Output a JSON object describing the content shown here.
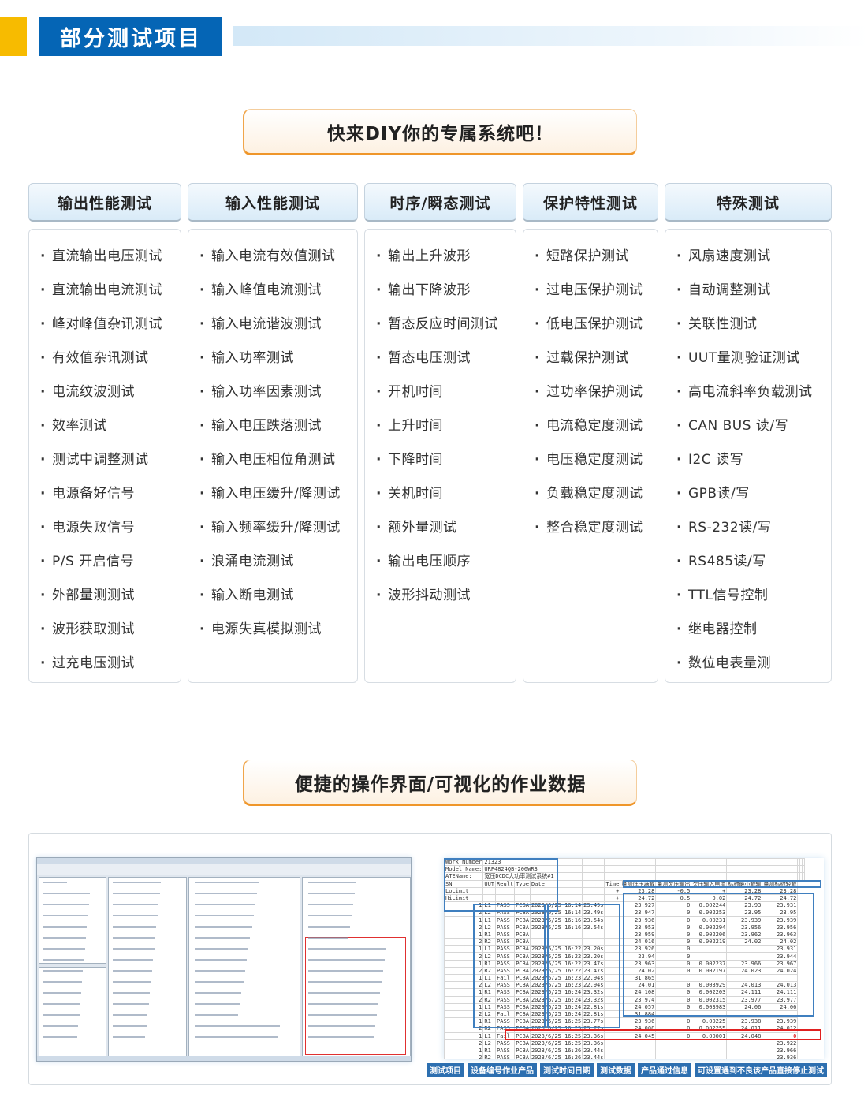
{
  "header": {
    "title": "部分测试项目"
  },
  "callout1": "快来DIY你的专属系统吧！",
  "callout2": "便捷的操作界面/可视化的作业数据",
  "columns": [
    {
      "title": "输出性能测试",
      "items": [
        "直流输出电压测试",
        "直流输出电流测试",
        "峰对峰值杂讯测试",
        "有效值杂讯测试",
        "电流纹波测试",
        "效率测试",
        "测试中调整测试",
        "电源备好信号",
        "电源失败信号",
        "P/S 开启信号",
        "外部量测测试",
        "波形获取测试",
        "过充电压测试"
      ]
    },
    {
      "title": "输入性能测试",
      "items": [
        "输入电流有效值测试",
        "输入峰值电流测试",
        "输入电流谐波测试",
        "输入功率测试",
        "输入功率因素测试",
        "输入电压跌落测试",
        "输入电压相位角测试",
        "输入电压缓升/降测试",
        "输入频率缓升/降测试",
        "浪涌电流测试",
        "输入断电测试",
        "电源失真模拟测试"
      ]
    },
    {
      "title": "时序/瞬态测试",
      "items": [
        "输出上升波形",
        "输出下降波形",
        "暂态反应时间测试",
        "暂态电压测试",
        "开机时间",
        "上升时间",
        "下降时间",
        "关机时间",
        "额外量测试",
        "输出电压顺序",
        "波形抖动测试"
      ]
    },
    {
      "title": "保护特性测试",
      "items": [
        "短路保护测试",
        "过电压保护测试",
        "低电压保护测试",
        "过载保护测试",
        "过功率保护测试",
        "电流稳定度测试",
        "电压稳定度测试",
        "负载稳定度测试",
        "整合稳定度测试"
      ]
    },
    {
      "title": "特殊测试",
      "items": [
        "风扇速度测试",
        "自动调整测试",
        "关联性测试",
        "UUT量测验证测试",
        "高电流斜率负载测试",
        "CAN BUS 读/写",
        "I2C 读写",
        "GPB读/写",
        "RS-232读/写",
        "RS485读/写",
        "TTL信号控制",
        "继电器控制",
        "数位电表量测"
      ]
    }
  ],
  "sheet": {
    "meta": [
      [
        "Work Number",
        "21323"
      ],
      [
        "Model Name:",
        "URF4824QB-200WR3"
      ],
      [
        "ATEName:",
        "宽压DCDC大功率测试系统#1"
      ]
    ],
    "head": [
      "SN",
      "UUT",
      "Reult",
      "Type",
      "Date",
      "",
      "Time",
      "量测低压满载",
      "量测欠压输出",
      "欠压输入电流",
      "标称最小载输",
      "量测标称轻载"
    ],
    "lolimit": [
      "LoLimit",
      "",
      "",
      "",
      "",
      "",
      "+",
      "23.28",
      "-0.5",
      "+",
      "23.28",
      "23.28"
    ],
    "hilimit": [
      "HiLimit",
      "",
      "",
      "",
      "",
      "",
      "+",
      "24.72",
      "0.5",
      "0.02",
      "24.72",
      "24.72"
    ],
    "rows": [
      [
        "1",
        "L1",
        "PASS",
        "PCBA",
        "2023/6/25 16:14",
        "23.49s",
        "23.927",
        "0",
        "0.002244",
        "23.93",
        "23.931"
      ],
      [
        "2",
        "L2",
        "PASS",
        "PCBA",
        "2023/6/25 16:14",
        "23.49s",
        "23.947",
        "0",
        "0.002253",
        "23.95",
        "23.95"
      ],
      [
        "1",
        "L1",
        "PASS",
        "PCBA",
        "2023/6/25 16:16",
        "23.54s",
        "23.936",
        "0",
        "0.00231",
        "23.939",
        "23.939"
      ],
      [
        "2",
        "L2",
        "PASS",
        "PCBA",
        "2023/6/25 16:16",
        "23.54s",
        "23.953",
        "0",
        "0.002294",
        "23.956",
        "23.956"
      ],
      [
        "1",
        "R1",
        "PASS",
        "PCBA",
        "",
        "",
        "23.959",
        "0",
        "0.002206",
        "23.962",
        "23.963"
      ],
      [
        "2",
        "R2",
        "PASS",
        "PCBA",
        "",
        "",
        "24.016",
        "0",
        "0.002219",
        "24.02",
        "24.02"
      ],
      [
        "1",
        "L1",
        "PASS",
        "PCBA",
        "2023/6/25 16:22",
        "23.20s",
        "23.926",
        "0",
        "",
        "",
        "23.931"
      ],
      [
        "2",
        "L2",
        "PASS",
        "PCBA",
        "2023/6/25 16:22",
        "23.20s",
        "23.94",
        "0",
        "",
        "",
        "23.944"
      ],
      [
        "1",
        "R1",
        "PASS",
        "PCBA",
        "2023/6/25 16:22",
        "23.47s",
        "23.963",
        "0",
        "0.002237",
        "23.966",
        "23.967"
      ],
      [
        "2",
        "R2",
        "PASS",
        "PCBA",
        "2023/6/25 16:22",
        "23.47s",
        "24.02",
        "0",
        "0.002197",
        "24.023",
        "24.024"
      ],
      [
        "1",
        "L1",
        "Fail",
        "PCBA",
        "2023/6/25 16:23",
        "22.94s",
        "31.865",
        "",
        "",
        "",
        ""
      ],
      [
        "2",
        "L2",
        "PASS",
        "PCBA",
        "2023/6/25 16:23",
        "22.94s",
        "24.01",
        "0",
        "0.003929",
        "24.013",
        "24.013"
      ],
      [
        "1",
        "R1",
        "PASS",
        "PCBA",
        "2023/6/25 16:24",
        "23.32s",
        "24.108",
        "0",
        "0.002203",
        "24.111",
        "24.111"
      ],
      [
        "2",
        "R2",
        "PASS",
        "PCBA",
        "2023/6/25 16:24",
        "23.32s",
        "23.974",
        "0",
        "0.002315",
        "23.977",
        "23.977"
      ],
      [
        "1",
        "L1",
        "PASS",
        "PCBA",
        "2023/6/25 16:24",
        "22.81s",
        "24.057",
        "0",
        "0.003983",
        "24.06",
        "24.06"
      ],
      [
        "2",
        "L2",
        "Fail",
        "PCBA",
        "2023/6/25 16:24",
        "22.81s",
        "31.884",
        "",
        "",
        "",
        ""
      ],
      [
        "1",
        "R1",
        "PASS",
        "PCBA",
        "2023/6/25 16:25",
        "23.77s",
        "23.936",
        "0",
        "0.00225",
        "23.938",
        "23.939"
      ],
      [
        "2",
        "R2",
        "PASS",
        "PCBA",
        "2023/6/25 16:25",
        "23.77s",
        "24.008",
        "0",
        "0.002255",
        "24.011",
        "24.012"
      ],
      [
        "1",
        "L1",
        "Fail",
        "PCBA",
        "2023/6/25 16:25",
        "23.36s",
        "24.045",
        "0",
        "0.00001",
        "24.048",
        "0"
      ],
      [
        "2",
        "L2",
        "PASS",
        "PCBA",
        "2023/6/25 16:25",
        "23.36s",
        "",
        "",
        "",
        "",
        "23.922"
      ],
      [
        "1",
        "R1",
        "PASS",
        "PCBA",
        "2023/6/25 16:26",
        "23.44s",
        "",
        "",
        "",
        "",
        "23.966"
      ],
      [
        "2",
        "R2",
        "PASS",
        "PCBA",
        "2023/6/25 16:26",
        "23.44s",
        "",
        "",
        "",
        "",
        "23.936"
      ]
    ],
    "tags": {
      "items": "测试项目",
      "device": "设备编号作业产品",
      "datetime": "测试时间日期",
      "data": "测试数据",
      "pass": "产品通过信息",
      "stop": "可设置遇到不良该产品直接停止测试"
    }
  },
  "colors": {
    "brand": "#0565b5",
    "accent": "#f7bb00",
    "fail": "#e02020"
  }
}
